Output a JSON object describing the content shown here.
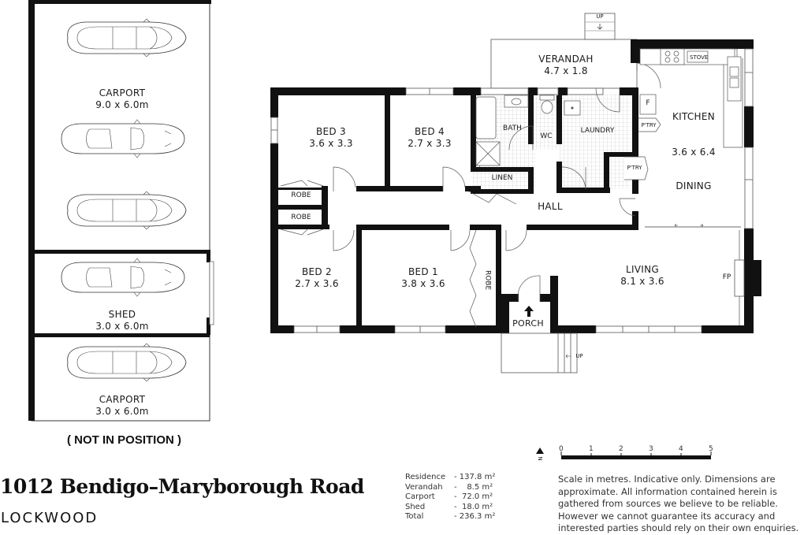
{
  "property": {
    "address": "1012 Bendigo–Maryborough Road",
    "suburb": "LOCKWOOD"
  },
  "outbuildings": {
    "carport_main": {
      "name": "CARPORT",
      "size": "9.0 x 6.0m"
    },
    "shed": {
      "name": "SHED",
      "size": "3.0 x 6.0m"
    },
    "carport_small": {
      "name": "CARPORT",
      "size": "3.0 x 6.0m"
    },
    "note": "( NOT IN POSITION )"
  },
  "rooms": {
    "verandah": {
      "name": "VERANDAH",
      "size": "4.7 x 1.8"
    },
    "bed3": {
      "name": "BED 3",
      "size": "3.6 x 3.3"
    },
    "bed4": {
      "name": "BED 4",
      "size": "2.7 x 3.3"
    },
    "bed2": {
      "name": "BED 2",
      "size": "2.7 x 3.6"
    },
    "bed1": {
      "name": "BED 1",
      "size": "3.8 x 3.6"
    },
    "kitchen": {
      "name": "KITCHEN",
      "size": "3.6 x 6.4"
    },
    "dining": {
      "name": "DINING"
    },
    "living": {
      "name": "LIVING",
      "size": "8.1 x 3.6"
    },
    "hall": {
      "name": "HALL"
    },
    "bath": {
      "name": "BATH"
    },
    "wc": {
      "name": "WC"
    },
    "laundry": {
      "name": "LAUNDRY"
    },
    "linen": {
      "name": "LINEN"
    },
    "porch": {
      "name": "PORCH"
    },
    "robe_upper": {
      "name": "ROBE"
    },
    "robe_lower": {
      "name": "ROBE"
    },
    "robe_bed1": {
      "name": "ROBE"
    },
    "pantry_upper": {
      "name": "P'TRY"
    },
    "pantry_lower": {
      "name": "P'TRY"
    },
    "fridge": {
      "name": "F"
    },
    "stove": {
      "name": "STOVE"
    },
    "fireplace": {
      "name": "FP"
    },
    "steps_rear": {
      "name": "UP"
    },
    "steps_front": {
      "name": "UP"
    }
  },
  "areas": {
    "rows": [
      {
        "label": "Residence",
        "value": "- 137.8 m²"
      },
      {
        "label": "Verandah",
        "value": "-    8.5 m²"
      },
      {
        "label": "Carport",
        "value": "-  72.0 m²"
      },
      {
        "label": "Shed",
        "value": "-  18.0 m²"
      },
      {
        "label": "Total",
        "value": "- 236.3 m²"
      }
    ]
  },
  "scale": {
    "north_label": "N",
    "ticks": [
      "0",
      "1",
      "2",
      "3",
      "4",
      "5"
    ]
  },
  "disclaimer": "Scale in metres. Indicative only. Dimensions are approximate. All information contained herein is gathered from sources we believe to be reliable. However we cannot guarantee  its accuracy and interested parties should rely on their own enquiries."
}
